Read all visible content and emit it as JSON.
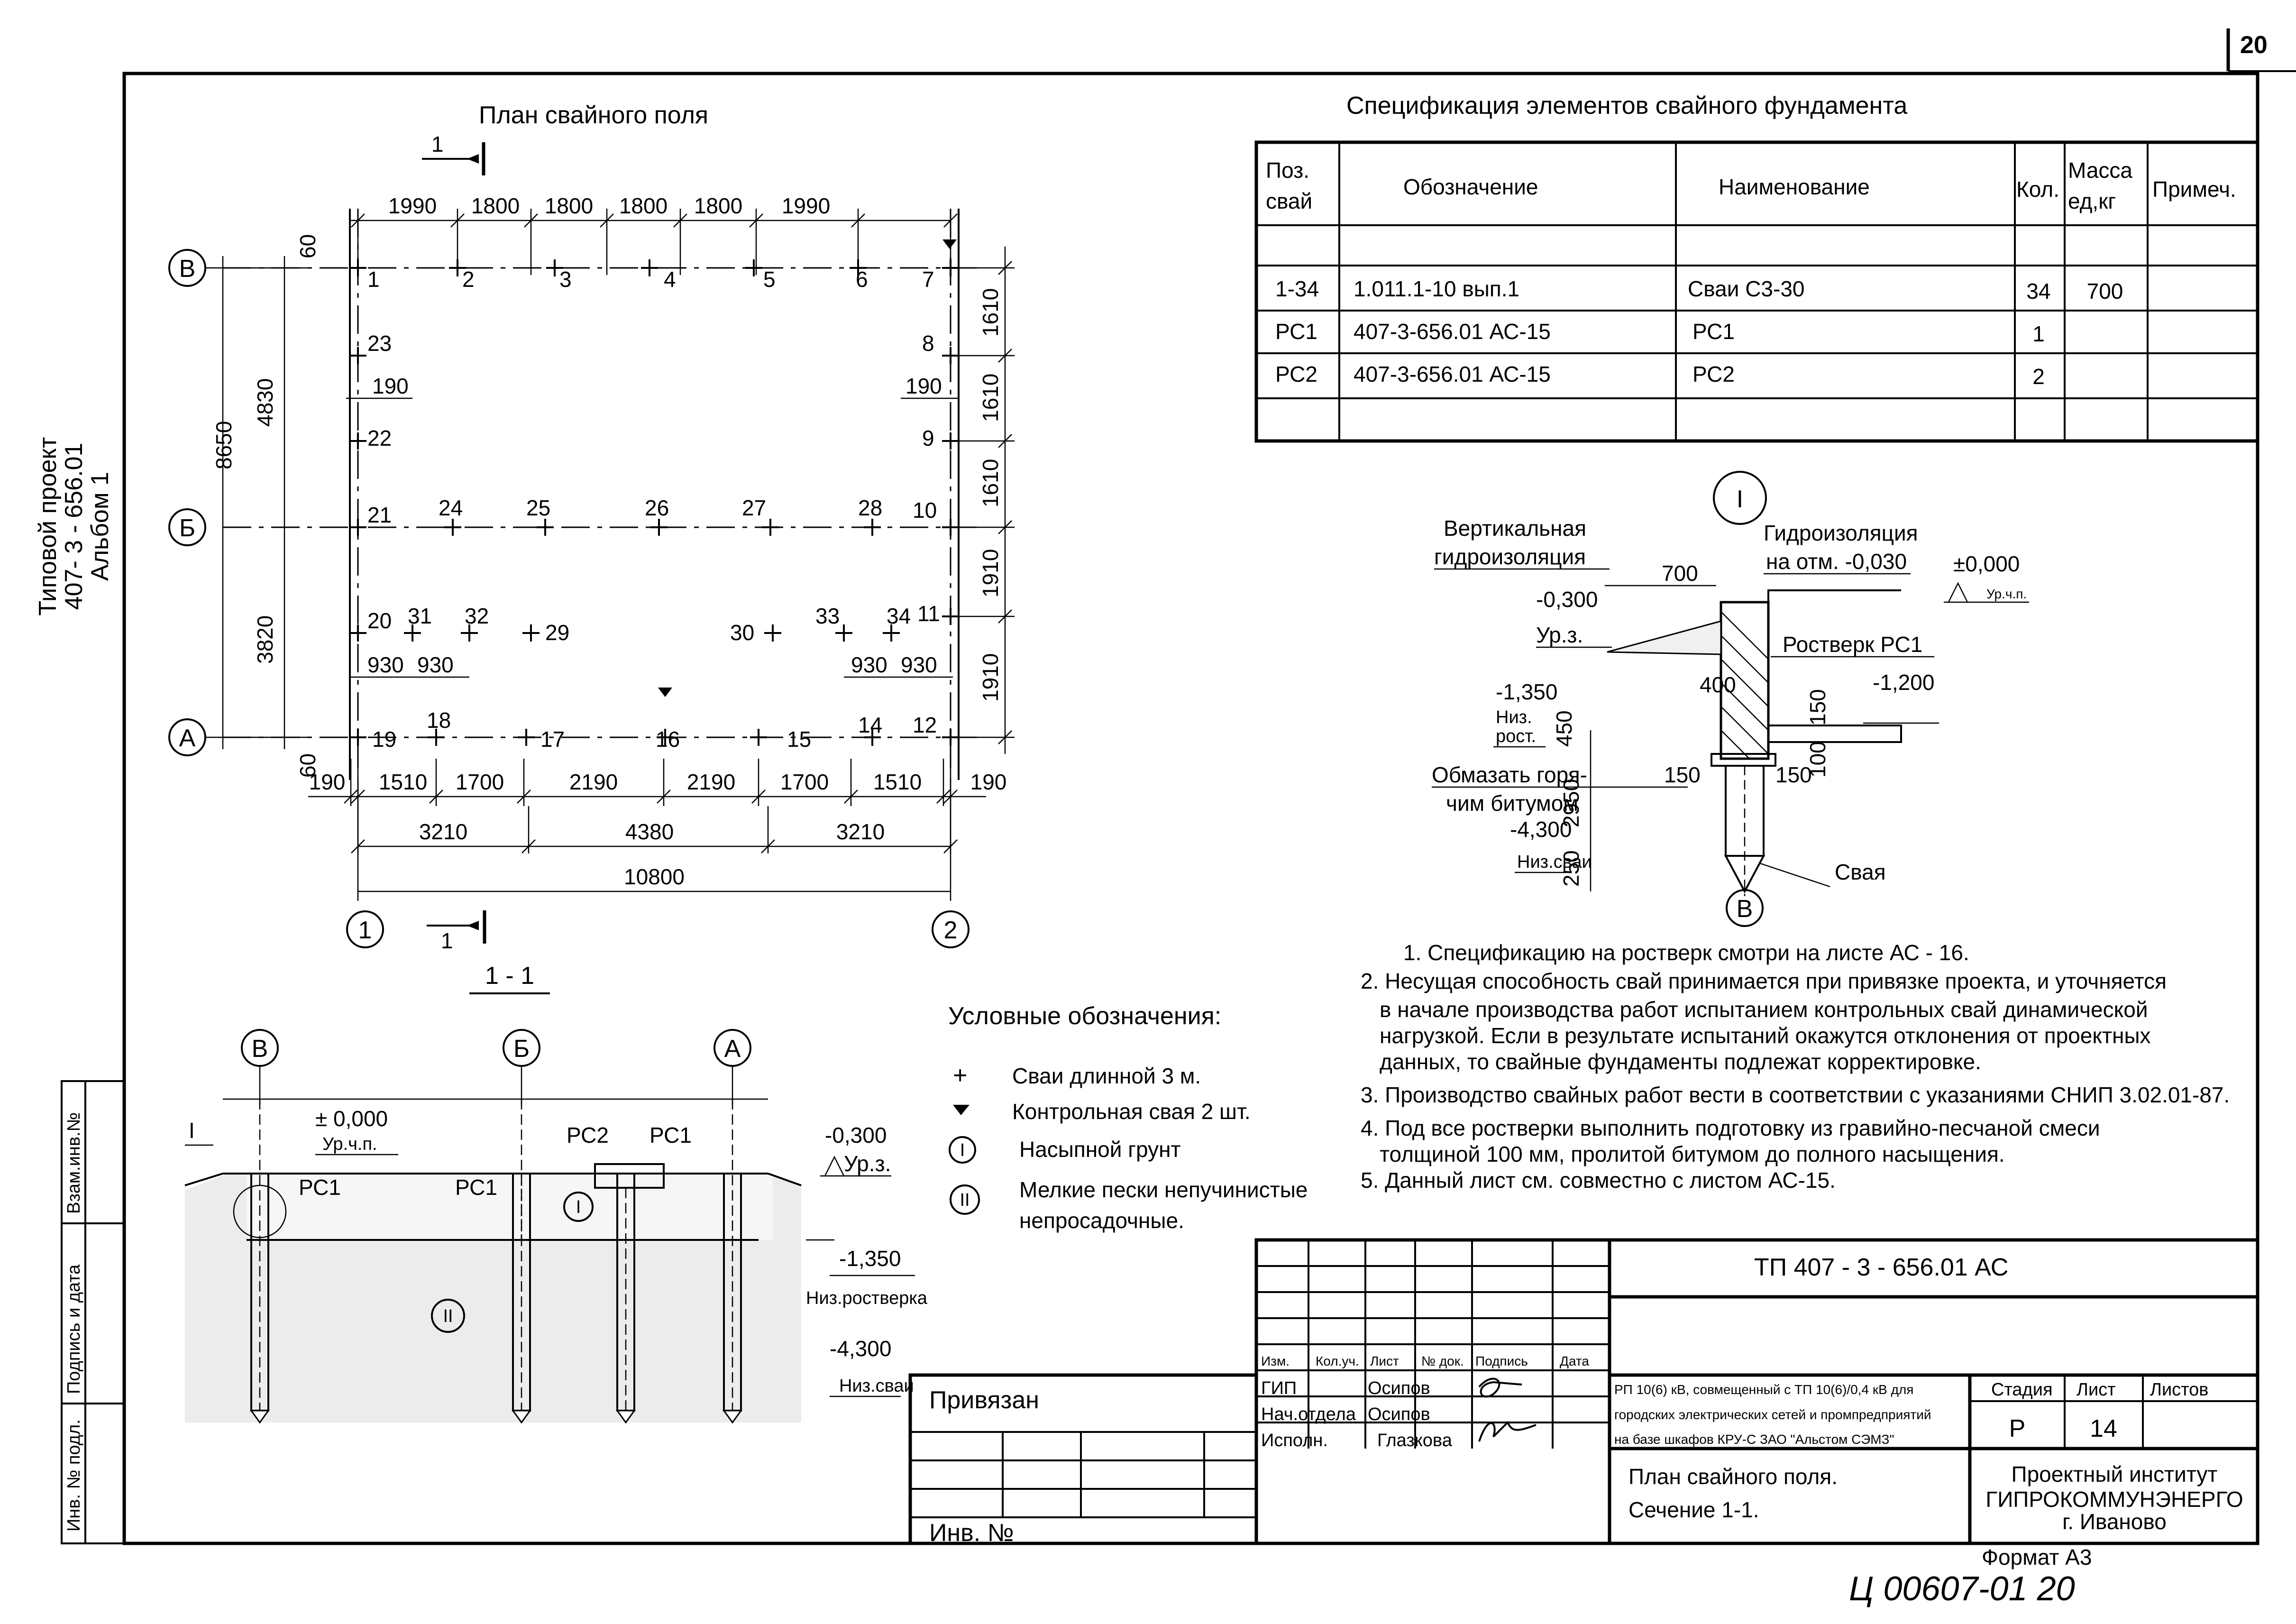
{
  "sheet_number": "20",
  "side_stamp": {
    "line1": "Типовой проект",
    "line2": "407- 3 - 656.01",
    "line3": "Альбом 1"
  },
  "side_cells": [
    "Взам.инв.№",
    "Подпись и дата",
    "Инв. № подл."
  ],
  "plan": {
    "title": "План свайного поля",
    "section_mark": "1",
    "top_dims": [
      "1990",
      "1800",
      "1800",
      "1800",
      "1800",
      "1990"
    ],
    "bottom_dims": [
      "190",
      "1510",
      "1700",
      "2190",
      "2190",
      "1700",
      "1510",
      "190"
    ],
    "bottom_dims2": [
      "3210",
      "4380",
      "3210"
    ],
    "total_dim": "10800",
    "left_dims": [
      "4830",
      "3820"
    ],
    "left_total": "8650",
    "right_dims": [
      "1610",
      "1610",
      "1610",
      "1910",
      "1910"
    ],
    "edge_60_top": "60",
    "edge_60_bottom": "60",
    "inner_190_left": "190",
    "inner_190_right": "190",
    "spacing_930": [
      "930",
      "930",
      "930",
      "930"
    ],
    "axis_rows": [
      "В",
      "Б",
      "А"
    ],
    "axis_cols": [
      "1",
      "2"
    ],
    "piles": [
      "1",
      "2",
      "3",
      "4",
      "5",
      "6",
      "7",
      "8",
      "9",
      "10",
      "11",
      "12",
      "14",
      "15",
      "16",
      "17",
      "18",
      "19",
      "20",
      "21",
      "22",
      "23",
      "24",
      "25",
      "26",
      "27",
      "28",
      "29",
      "30",
      "31",
      "32",
      "33",
      "34"
    ]
  },
  "section": {
    "title": "1 - 1",
    "axes": [
      "В",
      "Б",
      "А"
    ],
    "level_zero": "± 0,000",
    "level_zero_label": "Ур.ч.п.",
    "level_ground": "-0,300",
    "level_ground_label": "Ур.з.",
    "level_grillage": "-1,350",
    "level_grillage_label": "Низ.ростверка",
    "level_pile": "-4,300",
    "level_pile_label": "Низ.сваи",
    "labels": [
      "РС1",
      "РС1",
      "РС2",
      "РС1"
    ],
    "node_mark": "I",
    "soil1": "I",
    "soil2": "II"
  },
  "legend": {
    "title": "Условные обозначения:",
    "items": [
      {
        "symbol": "+",
        "text": "Сваи длинной 3 м."
      },
      {
        "symbol": "▼",
        "text": "Контрольная свая 2 шт."
      },
      {
        "symbol": "I",
        "text": "Насыпной грунт"
      },
      {
        "symbol": "II",
        "text": "Мелкие пески непучинистые",
        "text2": "непросадочные."
      }
    ]
  },
  "spec": {
    "title": "Спецификация элементов свайного фундамента",
    "headers": {
      "pos": [
        "Поз.",
        "свай"
      ],
      "designation": "Обозначение",
      "name": "Наименование",
      "qty": "Кол.",
      "mass": [
        "Масса",
        "ед,кг"
      ],
      "note": "Примеч."
    },
    "rows": [
      {
        "pos": "1-34",
        "designation": "1.011.1-10 вып.1",
        "name": "Сваи С3-30",
        "qty": "34",
        "mass": "700",
        "note": ""
      },
      {
        "pos": "РС1",
        "designation": "407-3-656.01  АС-15",
        "name": "РС1",
        "qty": "1",
        "mass": "",
        "note": ""
      },
      {
        "pos": "РС2",
        "designation": "407-3-656.01  АС-15",
        "name": "РС2",
        "qty": "2",
        "mass": "",
        "note": ""
      }
    ]
  },
  "node": {
    "mark": "I",
    "axis": "В",
    "vert_waterproof": [
      "Вертикальная",
      "гидроизоляция"
    ],
    "waterproof": [
      "Гидроизоляция",
      "на отм. -0,030"
    ],
    "dim_700": "700",
    "level_zero": "±0,000",
    "level_zero_label": "Ур.ч.п.",
    "level_ground": "-0,300",
    "level_ground_label": "Ур.з.",
    "grillage": "Ростверк РС1",
    "level_1350": "-1,350",
    "low_grillage": [
      "Низ.",
      "рост."
    ],
    "level_1200": "-1,200",
    "dim_400": "400",
    "dim_450": "450",
    "dim_150a": "150",
    "dim_100": "100",
    "dim_150b": "150",
    "dim_150c": "150",
    "bitumen": [
      "Обмазать горя-",
      "чим битумом"
    ],
    "dim_2950": "2950",
    "level_4300": "-4,300",
    "low_pile": "Низ.сваи",
    "dim_250": "250",
    "pile": "Свая"
  },
  "notes": [
    "1. Спецификацию на ростверк смотри на листе АС - 16.",
    "2. Несущая способность свай  принимается при привязке проекта, и уточняется",
    "в начале производства работ испытанием контрольных свай динамической",
    "нагрузкой. Если в результате испытаний окажутся отклонения от проектных",
    "данных, то свайные фундаменты подлежат корректировке.",
    "3. Производство свайных работ вести в соответствии с указаниями СНИП 3.02.01-87.",
    "4. Под все ростверки выполнить подготовку из гравийно-песчаной смеси",
    "толщиной  100 мм, пролитой битумом до полного насыщения.",
    "5. Данный лист см. совместно с листом  АС-15."
  ],
  "title_block": {
    "code": "ТП   407 - 3 - 656.01      АС",
    "header_cols": [
      "Изм.",
      "Кол.уч.",
      "Лист",
      "№ док.",
      "Подпись",
      "Дата"
    ],
    "people": [
      {
        "role": "ГИП",
        "name": "Осипов"
      },
      {
        "role": "Нач.отдела",
        "name": "Осипов"
      },
      {
        "role": "Исполн.",
        "name": "Глазкова"
      }
    ],
    "project_desc": [
      "РП 10(6) кВ, совмещенный с ТП 10(6)/0,4 кВ для",
      "городских электрических сетей  и промпредприятий",
      "на базе шкафов КРУ-С ЗАО \"Альстом СЭМЗ\""
    ],
    "stage_label": "Стадия",
    "stage": "Р",
    "sheet_label": "Лист",
    "sheet": "14",
    "sheets_label": "Листов",
    "sheets": "",
    "drawing_title": [
      "План свайного поля.",
      "Сечение 1-1."
    ],
    "org": [
      "Проектный институт",
      "ГИПРОКОММУНЭНЕРГО",
      "г. Иваново"
    ],
    "bound": "Привязан",
    "inv": "Инв. №",
    "format": "Формат А3",
    "handwritten": "Ц 00607-01   20"
  }
}
